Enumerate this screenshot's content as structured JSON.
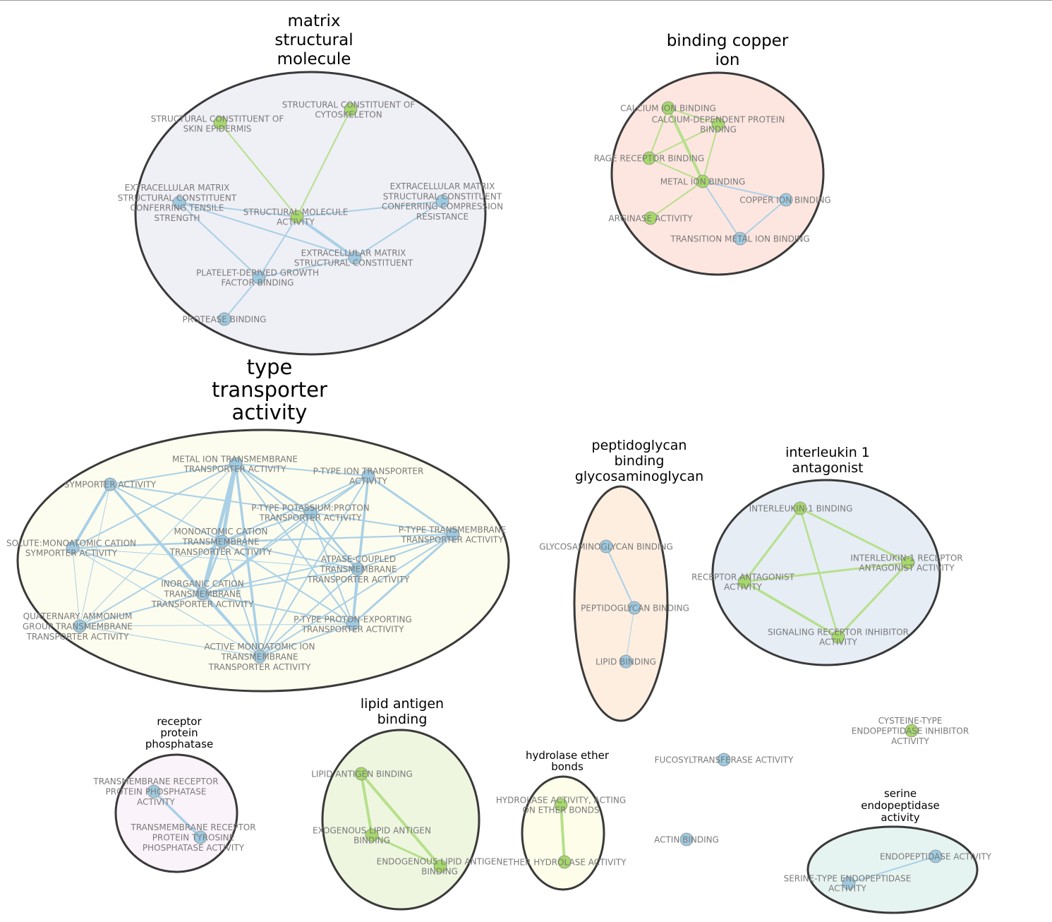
{
  "colors": {
    "molecular_function_node": "#9ecae1",
    "molecular_function_edge": "#a9d0e6",
    "alternate_node": "#a6d96a",
    "alternate_edge": "#b6e08a",
    "cluster_outline": "#3a3a3a",
    "label_text": "#7a7a7a"
  },
  "clusters": [
    {
      "id": "c1",
      "title": [
        "matrix",
        "structural",
        "molecule"
      ],
      "fill": "#efeff6"
    },
    {
      "id": "c2",
      "title": [
        "binding copper",
        "ion"
      ],
      "fill": "#fde6e0"
    },
    {
      "id": "c3",
      "title": [
        "type",
        "transporter",
        "activity"
      ],
      "fill": "#fdfdef"
    },
    {
      "id": "c4",
      "title": [
        "peptidoglycan",
        "binding",
        "glycosaminoglycan"
      ],
      "fill": "#fdeee0"
    },
    {
      "id": "c5",
      "title": [
        "interleukin 1",
        "antagonist"
      ],
      "fill": "#e6edf5"
    },
    {
      "id": "c6",
      "title": [
        "receptor",
        "protein",
        "phosphatase"
      ],
      "fill": "#fbf3fa"
    },
    {
      "id": "c7",
      "title": [
        "lipid antigen",
        "binding"
      ],
      "fill": "#eef6e0"
    },
    {
      "id": "c8",
      "title": [
        "hydrolase ether",
        "bonds"
      ],
      "fill": "#fdfdea"
    },
    {
      "id": "c9",
      "title": [
        "serine",
        "endopeptidase",
        "activity"
      ],
      "fill": "#e6f4f1"
    }
  ],
  "nodes": [
    {
      "id": "n1",
      "cluster": "c1",
      "color": "alt",
      "label": [
        "STRUCTURAL CONSTITUENT OF",
        "SKIN EPIDERMIS"
      ]
    },
    {
      "id": "n2",
      "cluster": "c1",
      "color": "alt",
      "label": [
        "STRUCTURAL CONSTITUENT OF",
        "CYTOSKELETON"
      ]
    },
    {
      "id": "n3",
      "cluster": "c1",
      "color": "mf",
      "label": [
        "EXTRACELLULAR MATRIX",
        "STRUCTURAL CONSTITUENT",
        "CONFERRING TENSILE",
        "STRENGTH"
      ]
    },
    {
      "id": "n4",
      "cluster": "c1",
      "color": "alt",
      "label": [
        "STRUCTURAL MOLECULE",
        "ACTIVITY"
      ]
    },
    {
      "id": "n5",
      "cluster": "c1",
      "color": "mf",
      "label": [
        "EXTRACELLULAR MATRIX",
        "STRUCTURAL CONSTITUENT",
        "CONFERRING COMPRESSION",
        "RESISTANCE"
      ]
    },
    {
      "id": "n6",
      "cluster": "c1",
      "color": "mf",
      "label": [
        "EXTRACELLULAR MATRIX",
        "STRUCTURAL CONSTITUENT"
      ]
    },
    {
      "id": "n7",
      "cluster": "c1",
      "color": "mf",
      "label": [
        "PLATELET-DERIVED GROWTH",
        "FACTOR BINDING"
      ]
    },
    {
      "id": "n8",
      "cluster": "c1",
      "color": "mf",
      "label": [
        "PROTEASE BINDING"
      ]
    },
    {
      "id": "n9",
      "cluster": "c2",
      "color": "alt",
      "label": [
        "CALCIUM ION BINDING"
      ]
    },
    {
      "id": "n10",
      "cluster": "c2",
      "color": "alt",
      "label": [
        "CALCIUM-DEPENDENT PROTEIN",
        "BINDING"
      ]
    },
    {
      "id": "n11",
      "cluster": "c2",
      "color": "alt",
      "label": [
        "RAGE RECEPTOR BINDING"
      ]
    },
    {
      "id": "n12",
      "cluster": "c2",
      "color": "alt",
      "label": [
        "METAL ION BINDING"
      ]
    },
    {
      "id": "n13",
      "cluster": "c2",
      "color": "mf",
      "label": [
        "COPPER ION BINDING"
      ]
    },
    {
      "id": "n14",
      "cluster": "c2",
      "color": "alt",
      "label": [
        "ARGINASE ACTIVITY"
      ]
    },
    {
      "id": "n15",
      "cluster": "c2",
      "color": "mf",
      "label": [
        "TRANSITION METAL ION BINDING"
      ]
    },
    {
      "id": "n16",
      "cluster": "c3",
      "color": "mf",
      "label": [
        "METAL ION TRANSMEMBRANE",
        "TRANSPORTER ACTIVITY"
      ]
    },
    {
      "id": "n17",
      "cluster": "c3",
      "color": "mf",
      "label": [
        "SYMPORTER ACTIVITY"
      ]
    },
    {
      "id": "n18",
      "cluster": "c3",
      "color": "mf",
      "label": [
        "P-TYPE ION TRANSPORTER",
        "ACTIVITY"
      ]
    },
    {
      "id": "n19",
      "cluster": "c3",
      "color": "mf",
      "label": [
        "P-TYPE POTASSIUM:PROTON",
        "TRANSPORTER ACTIVITY"
      ]
    },
    {
      "id": "n20",
      "cluster": "c3",
      "color": "mf",
      "label": [
        "P-TYPE TRANSMEMBRANE",
        "TRANSPORTER ACTIVITY"
      ]
    },
    {
      "id": "n21",
      "cluster": "c3",
      "color": "mf",
      "label": [
        "MONOATOMIC CATION",
        "TRANSMEMBRANE",
        "TRANSPORTER ACTIVITY"
      ]
    },
    {
      "id": "n22",
      "cluster": "c3",
      "color": "mf",
      "label": [
        "SOLUTE:MONOATOMIC CATION",
        "SYMPORTER ACTIVITY"
      ]
    },
    {
      "id": "n23",
      "cluster": "c3",
      "color": "mf",
      "label": [
        "ATPASE-COUPLED",
        "TRANSMEMBRANE",
        "TRANSPORTER ACTIVITY"
      ]
    },
    {
      "id": "n24",
      "cluster": "c3",
      "color": "mf",
      "label": [
        "INORGANIC CATION",
        "TRANSMEMBRANE",
        "TRANSPORTER ACTIVITY"
      ]
    },
    {
      "id": "n25",
      "cluster": "c3",
      "color": "mf",
      "label": [
        "QUATERNARY AMMONIUM",
        "GROUP TRANSMEMBRANE",
        "TRANSPORTER ACTIVITY"
      ]
    },
    {
      "id": "n26",
      "cluster": "c3",
      "color": "mf",
      "label": [
        "P-TYPE PROTON-EXPORTING",
        "TRANSPORTER ACTIVITY"
      ]
    },
    {
      "id": "n27",
      "cluster": "c3",
      "color": "mf",
      "label": [
        "ACTIVE MONOATOMIC ION",
        "TRANSMEMBRANE",
        "TRANSPORTER ACTIVITY"
      ]
    },
    {
      "id": "n28",
      "cluster": "c4",
      "color": "mf",
      "label": [
        "GLYCOSAMINOGLYCAN BINDING"
      ]
    },
    {
      "id": "n29",
      "cluster": "c4",
      "color": "mf",
      "label": [
        "PEPTIDOGLYCAN BINDING"
      ]
    },
    {
      "id": "n30",
      "cluster": "c4",
      "color": "mf",
      "label": [
        "LIPID BINDING"
      ]
    },
    {
      "id": "n31",
      "cluster": "c5",
      "color": "alt",
      "label": [
        "INTERLEUKIN-1 BINDING"
      ]
    },
    {
      "id": "n32",
      "cluster": "c5",
      "color": "alt",
      "label": [
        "INTERLEUKIN-1 RECEPTOR",
        "ANTAGONIST ACTIVITY"
      ]
    },
    {
      "id": "n33",
      "cluster": "c5",
      "color": "alt",
      "label": [
        "RECEPTOR ANTAGONIST",
        "ACTIVITY"
      ]
    },
    {
      "id": "n34",
      "cluster": "c5",
      "color": "alt",
      "label": [
        "SIGNALING RECEPTOR INHIBITOR",
        "ACTIVITY"
      ]
    },
    {
      "id": "n35",
      "cluster": "c6",
      "color": "mf",
      "label": [
        "TRANSMEMBRANE RECEPTOR",
        "PROTEIN PHOSPHATASE",
        "ACTIVITY"
      ]
    },
    {
      "id": "n36",
      "cluster": "c6",
      "color": "mf",
      "label": [
        "TRANSMEMBRANE RECEPTOR",
        "PROTEIN TYROSINE",
        "PHOSPHATASE ACTIVITY"
      ]
    },
    {
      "id": "n37",
      "cluster": "c7",
      "color": "alt",
      "label": [
        "LIPID ANTIGEN BINDING"
      ]
    },
    {
      "id": "n38",
      "cluster": "c7",
      "color": "alt",
      "label": [
        "EXOGENOUS LIPID ANTIGEN",
        "BINDING"
      ]
    },
    {
      "id": "n39",
      "cluster": "c7",
      "color": "alt",
      "label": [
        "ENDOGENOUS LIPID ANTIGEN",
        "BINDING"
      ]
    },
    {
      "id": "n40",
      "cluster": "c8",
      "color": "alt",
      "label": [
        "HYDROLASE ACTIVITY, ACTING",
        "ON ETHER BONDS"
      ]
    },
    {
      "id": "n41",
      "cluster": "c8",
      "color": "alt",
      "label": [
        "ETHER HYDROLASE ACTIVITY"
      ]
    },
    {
      "id": "n42",
      "cluster": null,
      "color": "alt",
      "label": [
        "CYSTEINE-TYPE",
        "ENDOPEPTIDASE INHIBITOR",
        "ACTIVITY"
      ]
    },
    {
      "id": "n43",
      "cluster": null,
      "color": "mf",
      "label": [
        "FUCOSYLTRANSFERASE ACTIVITY"
      ]
    },
    {
      "id": "n44",
      "cluster": null,
      "color": "mf",
      "label": [
        "ACTIN BINDING"
      ]
    },
    {
      "id": "n45",
      "cluster": "c9",
      "color": "mf",
      "label": [
        "ENDOPEPTIDASE ACTIVITY"
      ]
    },
    {
      "id": "n46",
      "cluster": "c9",
      "color": "mf",
      "label": [
        "SERINE-TYPE ENDOPEPTIDASE",
        "ACTIVITY"
      ]
    }
  ],
  "edges": [
    [
      "n1",
      "n4",
      "alt"
    ],
    [
      "n2",
      "n4",
      "alt"
    ],
    [
      "n3",
      "n4",
      "mf"
    ],
    [
      "n3",
      "n6",
      "mf"
    ],
    [
      "n3",
      "n7",
      "mf"
    ],
    [
      "n4",
      "n6",
      "mf"
    ],
    [
      "n4",
      "n5",
      "mf"
    ],
    [
      "n4",
      "n7",
      "mf"
    ],
    [
      "n5",
      "n6",
      "mf"
    ],
    [
      "n7",
      "n8",
      "mf"
    ],
    [
      "n7",
      "n6",
      "mf"
    ],
    [
      "n9",
      "n10",
      "alt"
    ],
    [
      "n9",
      "n11",
      "alt"
    ],
    [
      "n9",
      "n12",
      "alt"
    ],
    [
      "n10",
      "n11",
      "alt"
    ],
    [
      "n10",
      "n12",
      "alt"
    ],
    [
      "n11",
      "n12",
      "alt"
    ],
    [
      "n12",
      "n14",
      "alt"
    ],
    [
      "n12",
      "n13",
      "mf"
    ],
    [
      "n12",
      "n15",
      "mf"
    ],
    [
      "n13",
      "n15",
      "mf"
    ],
    [
      "n16",
      "n17",
      "mf"
    ],
    [
      "n16",
      "n18",
      "mf"
    ],
    [
      "n16",
      "n19",
      "mf"
    ],
    [
      "n16",
      "n21",
      "mf"
    ],
    [
      "n16",
      "n24",
      "mf"
    ],
    [
      "n16",
      "n27",
      "mf"
    ],
    [
      "n16",
      "n22",
      "mf"
    ],
    [
      "n16",
      "n23",
      "mf"
    ],
    [
      "n16",
      "n26",
      "mf"
    ],
    [
      "n16",
      "n25",
      "mf"
    ],
    [
      "n17",
      "n22",
      "mf"
    ],
    [
      "n17",
      "n25",
      "mf"
    ],
    [
      "n17",
      "n21",
      "mf"
    ],
    [
      "n17",
      "n24",
      "mf"
    ],
    [
      "n17",
      "n27",
      "mf"
    ],
    [
      "n17",
      "n19",
      "mf"
    ],
    [
      "n18",
      "n19",
      "mf"
    ],
    [
      "n18",
      "n20",
      "mf"
    ],
    [
      "n18",
      "n23",
      "mf"
    ],
    [
      "n18",
      "n26",
      "mf"
    ],
    [
      "n18",
      "n21",
      "mf"
    ],
    [
      "n18",
      "n24",
      "mf"
    ],
    [
      "n18",
      "n27",
      "mf"
    ],
    [
      "n19",
      "n20",
      "mf"
    ],
    [
      "n19",
      "n23",
      "mf"
    ],
    [
      "n19",
      "n26",
      "mf"
    ],
    [
      "n19",
      "n24",
      "mf"
    ],
    [
      "n19",
      "n21",
      "mf"
    ],
    [
      "n19",
      "n27",
      "mf"
    ],
    [
      "n20",
      "n23",
      "mf"
    ],
    [
      "n20",
      "n26",
      "mf"
    ],
    [
      "n20",
      "n21",
      "mf"
    ],
    [
      "n20",
      "n24",
      "mf"
    ],
    [
      "n20",
      "n22",
      "mf"
    ],
    [
      "n20",
      "n27",
      "mf"
    ],
    [
      "n21",
      "n22",
      "mf"
    ],
    [
      "n21",
      "n24",
      "mf"
    ],
    [
      "n21",
      "n23",
      "mf"
    ],
    [
      "n21",
      "n26",
      "mf"
    ],
    [
      "n21",
      "n27",
      "mf"
    ],
    [
      "n21",
      "n25",
      "mf"
    ],
    [
      "n22",
      "n24",
      "mf"
    ],
    [
      "n22",
      "n25",
      "mf"
    ],
    [
      "n22",
      "n27",
      "mf"
    ],
    [
      "n22",
      "n23",
      "mf"
    ],
    [
      "n23",
      "n26",
      "mf"
    ],
    [
      "n23",
      "n24",
      "mf"
    ],
    [
      "n23",
      "n27",
      "mf"
    ],
    [
      "n24",
      "n26",
      "mf"
    ],
    [
      "n24",
      "n27",
      "mf"
    ],
    [
      "n24",
      "n25",
      "mf"
    ],
    [
      "n25",
      "n27",
      "mf"
    ],
    [
      "n25",
      "n26",
      "mf"
    ],
    [
      "n26",
      "n27",
      "mf"
    ],
    [
      "n28",
      "n29",
      "mf"
    ],
    [
      "n29",
      "n30",
      "mf"
    ],
    [
      "n31",
      "n32",
      "alt"
    ],
    [
      "n31",
      "n33",
      "alt"
    ],
    [
      "n31",
      "n34",
      "alt"
    ],
    [
      "n32",
      "n33",
      "alt"
    ],
    [
      "n32",
      "n34",
      "alt"
    ],
    [
      "n33",
      "n34",
      "alt"
    ],
    [
      "n35",
      "n36",
      "mf"
    ],
    [
      "n37",
      "n38",
      "alt"
    ],
    [
      "n37",
      "n39",
      "alt"
    ],
    [
      "n38",
      "n39",
      "alt"
    ],
    [
      "n40",
      "n41",
      "alt"
    ],
    [
      "n45",
      "n46",
      "mf"
    ]
  ]
}
